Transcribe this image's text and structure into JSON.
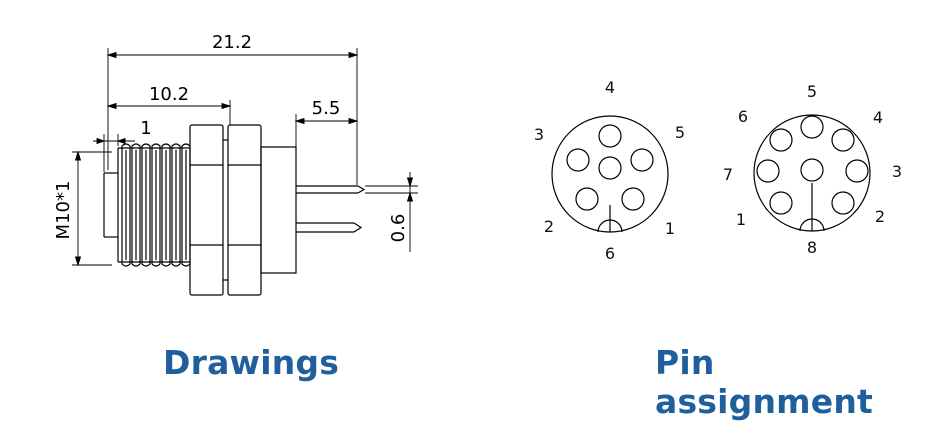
{
  "drawing": {
    "dim_overall": "21.2",
    "dim_body": "10.2",
    "dim_nut": "1",
    "dim_pin_length": "5.5",
    "dim_pin_dia": "0.6",
    "thread": "M10*1"
  },
  "pin_assignment": {
    "connector_6pin": {
      "labels": [
        "4",
        "3",
        "5",
        "2",
        "1",
        "6"
      ]
    },
    "connector_8pin": {
      "labels": [
        "5",
        "6",
        "4",
        "7",
        "3",
        "1",
        "2",
        "8"
      ]
    }
  },
  "captions": {
    "drawings": "Drawings",
    "pin_assignment": "Pin assignment"
  },
  "colors": {
    "caption": "#1f5f9c",
    "line": "#000000"
  }
}
